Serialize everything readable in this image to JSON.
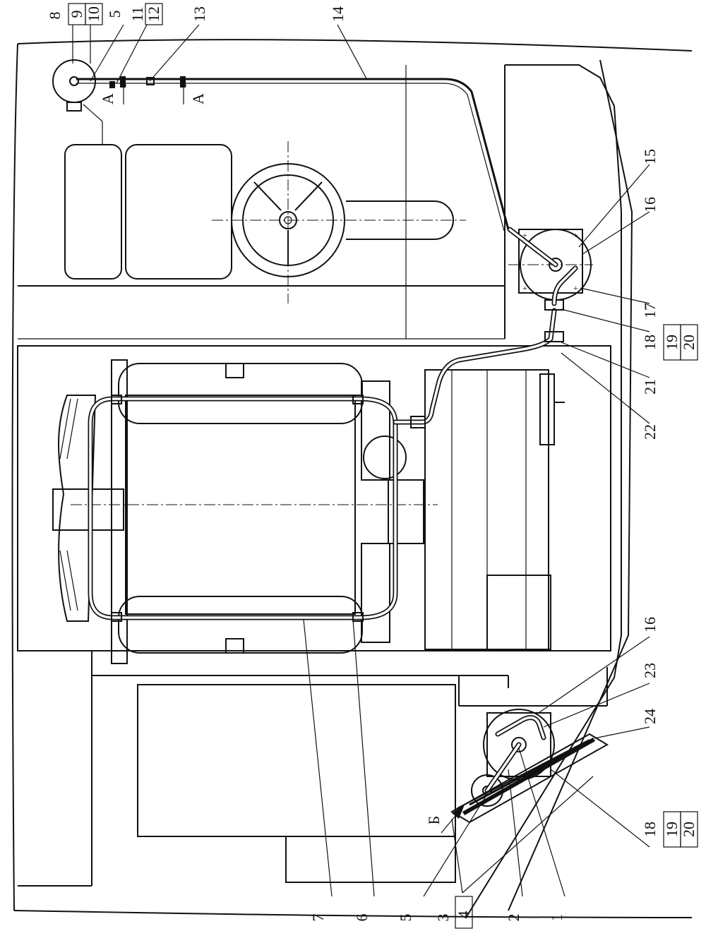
{
  "callouts": {
    "c1": "1",
    "c2": "2",
    "c3": "3",
    "c4": "4",
    "c5a": "5",
    "c5b": "5",
    "c5c": "5",
    "c6": "6",
    "c7": "7",
    "c8": "8",
    "c9": "9",
    "c10": "10",
    "c11": "11",
    "c12": "12",
    "c13": "13",
    "c14": "14",
    "c15": "15",
    "c16a": "16",
    "c16b": "16",
    "c17": "17",
    "c18a": "18",
    "c18b": "18",
    "c19a": "19",
    "c19b": "19",
    "c20a": "20",
    "c20b": "20",
    "c21": "21",
    "c22": "22",
    "c23": "23",
    "c24": "24"
  },
  "section_marks": {
    "a_left": "A",
    "a_right": "A",
    "b": "Б"
  }
}
